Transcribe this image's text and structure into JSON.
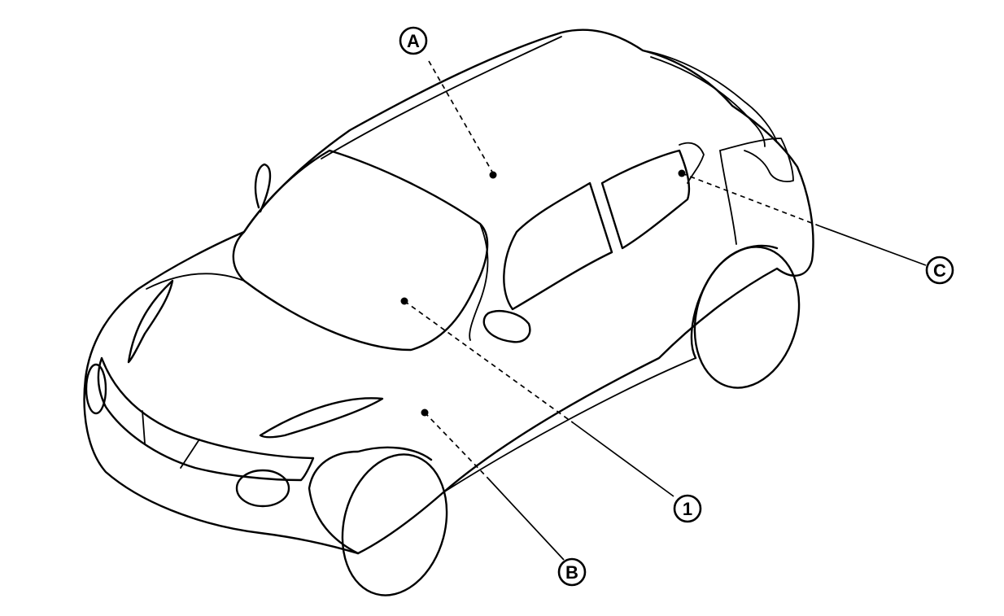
{
  "callouts": {
    "a": "A",
    "b": "B",
    "c": "C",
    "one": "1"
  }
}
